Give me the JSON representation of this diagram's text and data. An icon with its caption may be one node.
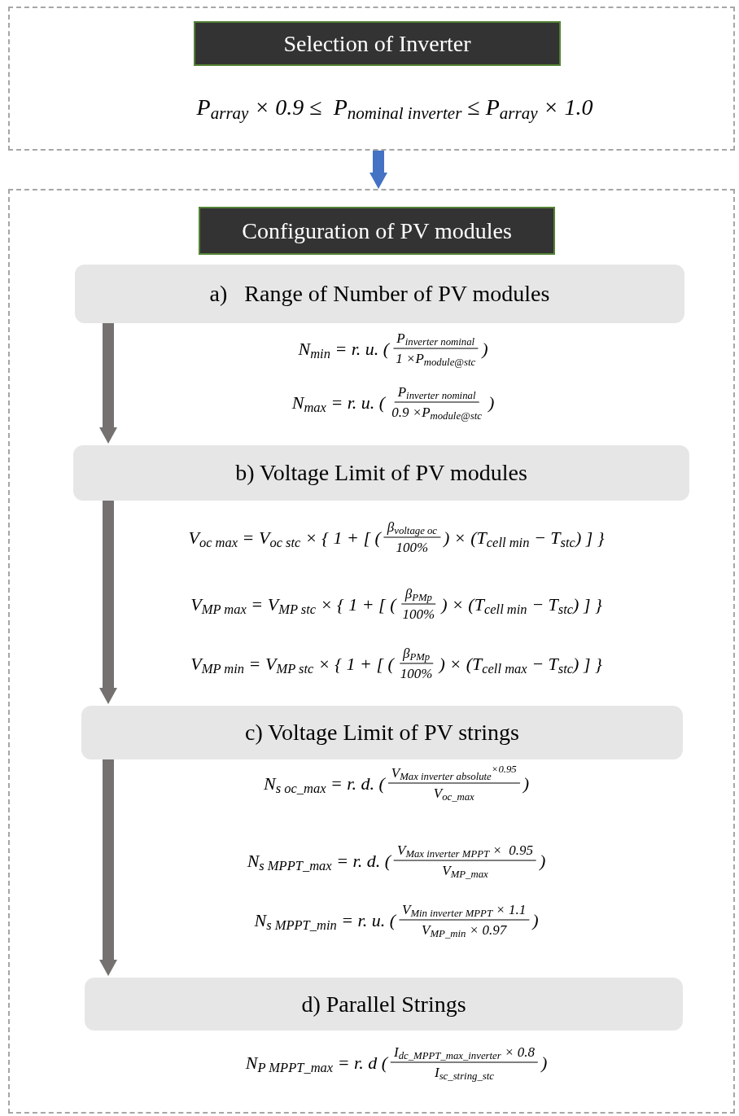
{
  "diagram": {
    "nodes": [
      {
        "text": [],
        "shape": "box"
      },
      {
        "text": [
          "Selection of Inverter"
        ],
        "in": 0
      },
      {
        "text": [],
        "shape": "box"
      },
      {
        "text": [
          "Configuration of PV modules"
        ],
        "in": 2
      },
      {
        "text": [
          "a)   Range of Number of PV modules"
        ],
        "in": 2
      },
      {
        "text": [
          "b) Voltage Limit of PV modules"
        ],
        "in": 2
      },
      {
        "text": [
          "c) Voltage Limit of PV strings"
        ],
        "in": 2
      },
      {
        "text": [
          "d) Parallel Strings"
        ],
        "in": 2
      }
    ],
    "edges": [
      {
        "from": 0,
        "to": 2,
        "arrow": "to",
        "color": "#4472c4"
      },
      {
        "from": 4,
        "to": 5,
        "arrow": "to"
      },
      {
        "from": 5,
        "to": 6,
        "arrow": "to"
      },
      {
        "from": 6,
        "to": 7,
        "arrow": "to"
      }
    ],
    "labels": [
      "P$_{array}$ × 0.9 ≤  P$_{nominal inverter}$ ≤ P$_{array}$ × 1.0",
      "N$_{min}$ = r. u. (",
      "P$_{inverter nominal}$",
      "1 ×P$_{module@stc}$",
      ")",
      "N$_{max}$ = r. u. (",
      "P$_{inverter nominal}$",
      "0.9 ×P$_{module@stc}$",
      ")",
      "V$_{oc max}$ = V$_{oc stc}$ × { 1 + [ (",
      "β$_{voltage oc}$",
      "100%",
      ") × (T$_{cell min}$ − T$_{stc}$) ] }",
      "V$_{MP max}$ = V$_{MP stc}$ × { 1 + [ (",
      "β$_{PMp}$",
      "100%",
      ") × (T$_{cell min}$ − T$_{stc}$) ] }",
      "V$_{MP min}$ = V$_{MP stc}$ × { 1 + [ (",
      "β$_{PMp}$",
      "100%",
      ") × (T$_{cell max}$ − T$_{stc}$) ] }",
      "N$_{s oc_max}$ = r. d. (",
      "V$_{Max inverter absolute}$$^{×0.95}$",
      "V$_{oc_max}$",
      ")",
      "N$_{s MPPT_max}$ = r. d. (",
      "V$_{Max inverter MPPT}$ ×  0.95",
      "V$_{MP_max}$",
      ")",
      "N$_{s MPPT_min}$ = r. u. (",
      "V$_{Min inverter MPPT}$ × 1.1",
      "V$_{MP_min}$ × 0.97",
      ")",
      "N$_{P MPPT_max}$ = r. d (",
      "I$_{dc_MPPT_max_inverter}$ × 0.8",
      "I$_{sc_string_stc}$",
      ")"
    ]
  }
}
